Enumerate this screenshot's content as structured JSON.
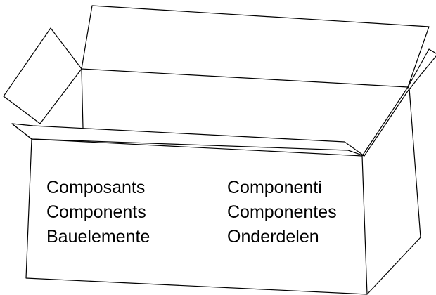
{
  "labels": {
    "left": [
      "Composants",
      "Components",
      "Bauelemente"
    ],
    "right": [
      "Componenti",
      "Componentes",
      "Onderdelen"
    ]
  },
  "colors": {
    "stroke": "#000000",
    "background": "#ffffff",
    "text": "#000000"
  }
}
